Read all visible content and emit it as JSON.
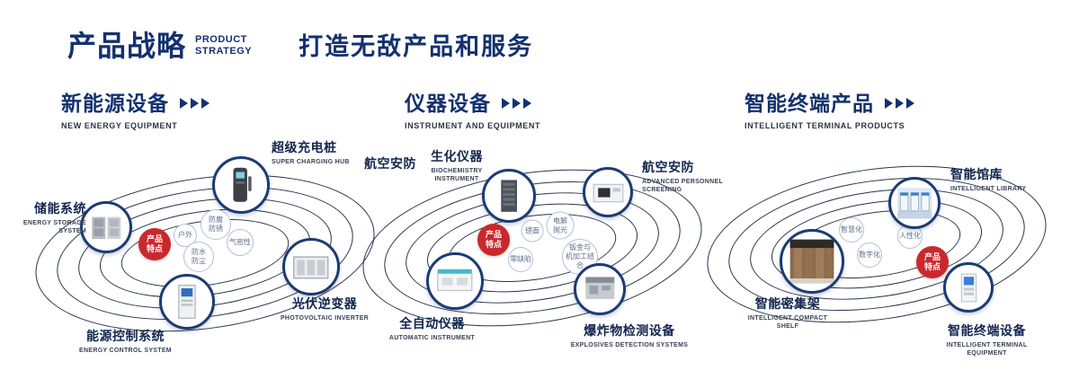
{
  "header": {
    "brand_cn": "产品战略",
    "brand_en": "PRODUCT\nSTRATEGY",
    "slogan": "打造无敌产品和服务"
  },
  "colors": {
    "navy": "#14316e",
    "red": "#c9282d",
    "orbit_line": "#28334d"
  },
  "sections": [
    {
      "title_cn": "新能源设备",
      "title_en": "NEW ENERGY EQUIPMENT",
      "badge": "产品\n特点",
      "tags": [
        "户外",
        "防腐\n防锈",
        "气密性",
        "防水\n防尘"
      ],
      "nodes": [
        {
          "cn": "储能系统",
          "en": "ENERGY STORAGE\nSYSTEM"
        },
        {
          "cn": "超级充电桩",
          "en": "SUPER CHARGING HUB"
        },
        {
          "cn": "光伏逆变器",
          "en": "PHOTOVOLTAIC INVERTER"
        },
        {
          "cn": "能源控制系统",
          "en": "ENERGY CONTROL SYSTEM"
        }
      ]
    },
    {
      "title_cn": "仪器设备",
      "title_en": "INSTRUMENT AND EQUIPMENT",
      "badge": "产品\n特点",
      "extra_label": "航空安防",
      "tags": [
        "镜面",
        "电解\n抛光",
        "零缺陷",
        "钣金与\n机加工结合"
      ],
      "nodes": [
        {
          "cn": "生化仪器",
          "en": "BIOCHEMISTRY\nINSTRUMENT"
        },
        {
          "cn": "航空安防",
          "en": "ADVANCED PERSONNEL\nSCREENING"
        },
        {
          "cn": "全自动仪器",
          "en": "AUTOMATIC INSTRUMENT"
        },
        {
          "cn": "爆炸物检测设备",
          "en": "EXPLOSIVES DETECTION SYSTEMS"
        }
      ]
    },
    {
      "title_cn": "智能终端产品",
      "title_en": "INTELLIGENT TERMINAL PRODUCTS",
      "badge": "产品\n特点",
      "tags": [
        "智慧化",
        "人性化",
        "数字化"
      ],
      "nodes": [
        {
          "cn": "智能馆库",
          "en": "INTELLIGENT LIBRARY"
        },
        {
          "cn": "智能密集架",
          "en": "INTELLIGENT COMPACT\nSHELF"
        },
        {
          "cn": "智能终端设备",
          "en": "INTELLIGENT TERMINAL EQUIPMENT"
        }
      ]
    }
  ]
}
